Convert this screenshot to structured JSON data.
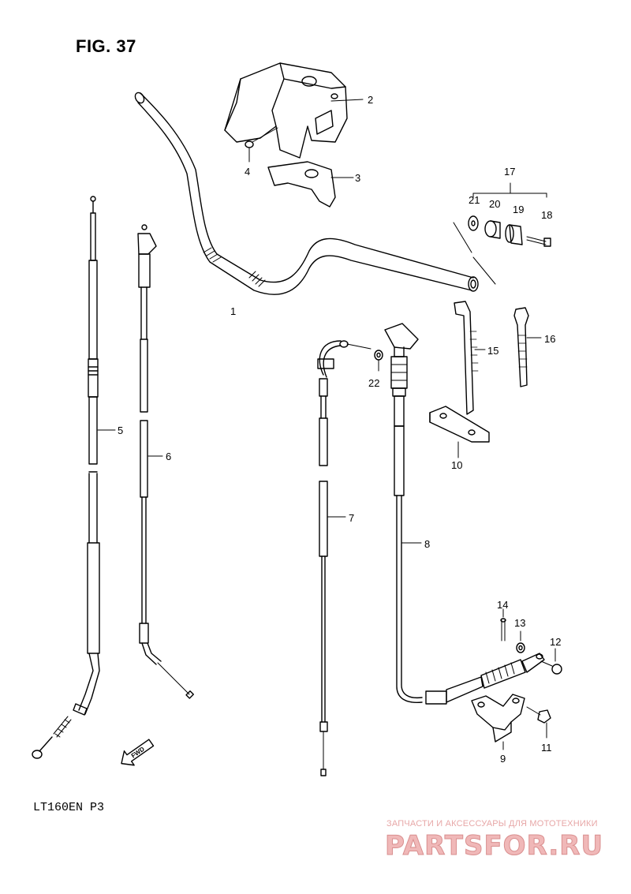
{
  "figure": {
    "title": "FIG. 37",
    "model": "LT160EN  P3",
    "fwd_label": "FWD"
  },
  "callouts": [
    {
      "id": "c1",
      "label": "1"
    },
    {
      "id": "c2",
      "label": "2"
    },
    {
      "id": "c3",
      "label": "3"
    },
    {
      "id": "c4",
      "label": "4"
    },
    {
      "id": "c5",
      "label": "5"
    },
    {
      "id": "c6",
      "label": "6"
    },
    {
      "id": "c7",
      "label": "7"
    },
    {
      "id": "c8",
      "label": "8"
    },
    {
      "id": "c9",
      "label": "9"
    },
    {
      "id": "c10",
      "label": "10"
    },
    {
      "id": "c11",
      "label": "11"
    },
    {
      "id": "c12",
      "label": "12"
    },
    {
      "id": "c13",
      "label": "13"
    },
    {
      "id": "c14",
      "label": "14"
    },
    {
      "id": "c15",
      "label": "15"
    },
    {
      "id": "c16",
      "label": "16"
    },
    {
      "id": "c17",
      "label": "17"
    },
    {
      "id": "c18",
      "label": "18"
    },
    {
      "id": "c19",
      "label": "19"
    },
    {
      "id": "c20",
      "label": "20"
    },
    {
      "id": "c21",
      "label": "21"
    },
    {
      "id": "c22",
      "label": "22"
    }
  ],
  "watermark": {
    "tagline": "ЗАПЧАСТИ И АКСЕССУАРЫ ДЛЯ МОТОТЕХНИКИ",
    "logo": "PARTSFOR.RU"
  },
  "colors": {
    "ink": "#000000",
    "watermark": "#e7a7a7"
  }
}
